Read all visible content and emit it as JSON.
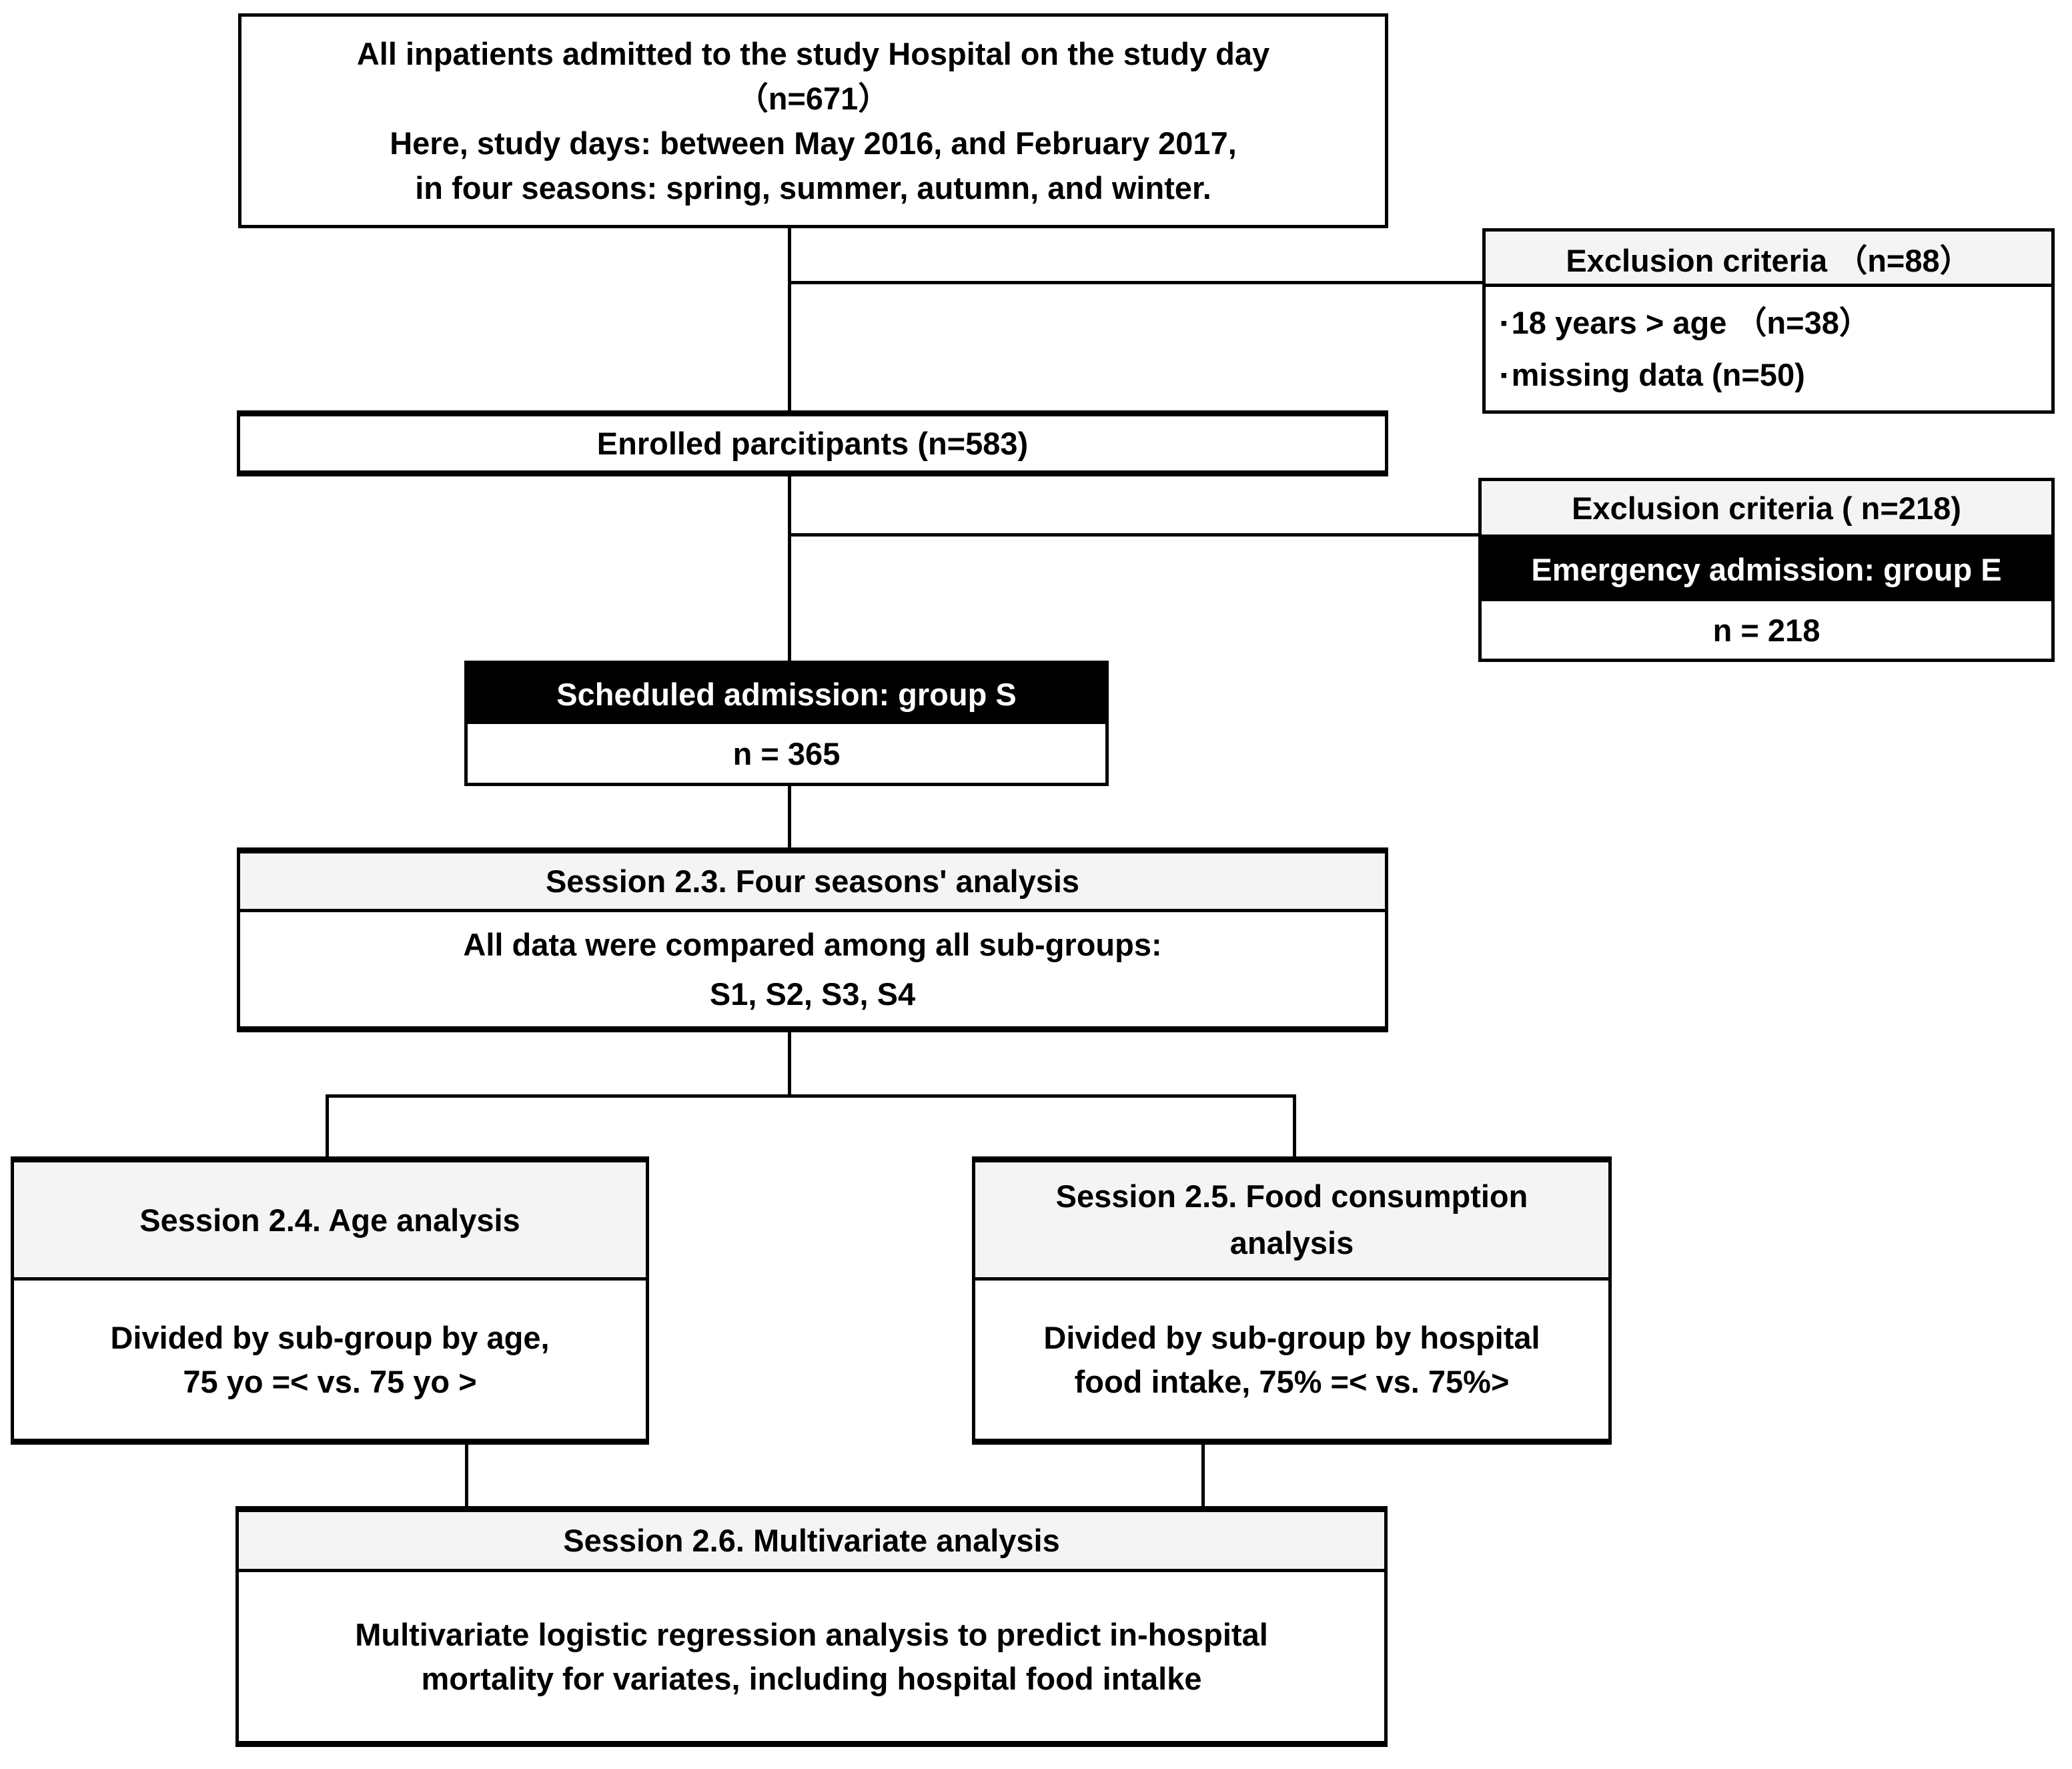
{
  "colors": {
    "background": "#ffffff",
    "border": "#000000",
    "header_bg": "#f4f4f4",
    "band_bg": "#000000",
    "band_text": "#ffffff",
    "text": "#000000"
  },
  "flowchart": {
    "top_box": {
      "lines": [
        "All inpatients admitted to the study Hospital on the study day",
        "（n=671）",
        "Here, study days: between May 2016, and February 2017,",
        "in four seasons: spring, summer, autumn, and winter."
      ]
    },
    "exclusion1": {
      "header": "Exclusion criteria （n=88）",
      "bullet": "▪",
      "items": [
        "18 years > age （n=38）",
        "missing data (n=50)"
      ]
    },
    "enrolled": {
      "label": "Enrolled parcitipants (n=583)"
    },
    "exclusion2": {
      "header": "Exclusion criteria ( n=218)",
      "band": "Emergency admission: group E",
      "count": "n = 218"
    },
    "scheduled": {
      "band": "Scheduled admission: group S",
      "count": "n = 365"
    },
    "session23": {
      "header": "Session 2.3. Four seasons' analysis",
      "body": [
        "All data were compared among all sub-groups:",
        "S1, S2, S3, S4"
      ]
    },
    "session24": {
      "header": "Session 2.4. Age analysis",
      "body": [
        "Divided by sub-group by age,",
        "75 yo =< vs. 75 yo >"
      ]
    },
    "session25": {
      "header": [
        "Session 2.5. Food consumption",
        "analysis"
      ],
      "body": [
        "Divided by sub-group by hospital",
        "food intake, 75% =< vs. 75%>"
      ]
    },
    "session26": {
      "header": "Session 2.6. Multivariate analysis",
      "body": [
        "Multivariate logistic regression analysis to predict in-hospital",
        "mortality for variates, including hospital food intalke"
      ]
    }
  }
}
